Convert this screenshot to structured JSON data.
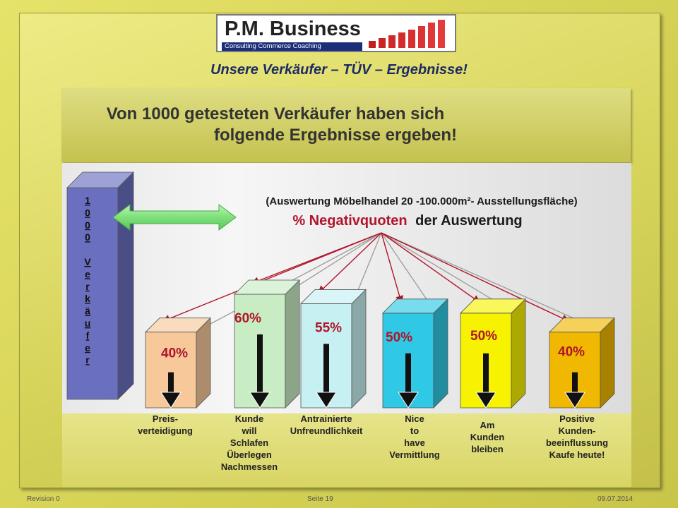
{
  "logo": {
    "title": "P.M. Business",
    "subtitle": "Consulting Commerce Coaching"
  },
  "slide_title": "Unsere Verkäufer – TÜV – Ergebnisse!",
  "panel": {
    "line1": "Von 1000 getesteten Verkäufer haben sich",
    "line2": "folgende Ergebnisse ergeben!"
  },
  "chart_data": {
    "type": "bar",
    "title_line1": "(Auswertung Möbelhandel 20 -100.000m²- Ausstellungsfläche)",
    "title_line2_accent": "% Negativquoten",
    "title_line2_rest": "der Auswertung",
    "reference_bar": {
      "letters": [
        "1",
        "0",
        "0",
        "0",
        "",
        "V",
        "e",
        "r",
        "k",
        "ä",
        "u",
        "f",
        "e",
        "r"
      ],
      "color": "#6a6fc0"
    },
    "categories": [
      "Preis- verteidigung",
      "Kunde will Schlafen Überlegen Nachmessen",
      "Antrainierte Unfreundlichkeit",
      "Nice to have Vermittlung",
      "Am Kunden bleiben",
      "Positive Kunden- beeinflussung Kaufe heute!"
    ],
    "category_lines": [
      [
        "Preis-",
        "verteidigung"
      ],
      [
        "Kunde",
        "will",
        "Schlafen",
        "Überlegen",
        "Nachmessen"
      ],
      [
        "Antrainierte",
        "Unfreundlichkeit"
      ],
      [
        "Nice",
        "to",
        "have",
        "Vermittlung"
      ],
      [
        "Am",
        "Kunden",
        "bleiben"
      ],
      [
        "Positive",
        "Kunden-",
        "beeinflussung",
        "Kaufe heute!"
      ]
    ],
    "values": [
      40,
      60,
      55,
      50,
      50,
      40
    ],
    "labels": [
      "40%",
      "60%",
      "55%",
      "50%",
      "50%",
      "40%"
    ],
    "colors": [
      "#f6c89a",
      "#c8ecc4",
      "#c6f0f2",
      "#2fc9e6",
      "#f6f200",
      "#f0b800"
    ]
  },
  "footer": {
    "revision": "Revision 0",
    "page": "Seite 19",
    "date": "09.07.2014"
  }
}
